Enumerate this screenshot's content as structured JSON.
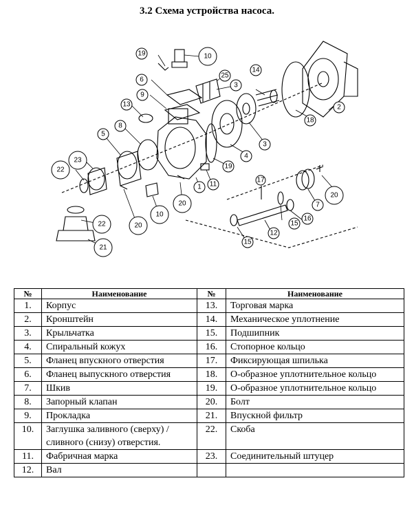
{
  "title": "3.2 Схема устройства насоса.",
  "diagram": {
    "callouts": [
      "1",
      "2",
      "3",
      "4",
      "5",
      "6",
      "7",
      "8",
      "9",
      "10",
      "11",
      "12",
      "13",
      "14",
      "15",
      "16",
      "17",
      "18",
      "19",
      "20",
      "21",
      "22",
      "23",
      "25"
    ]
  },
  "table": {
    "headers": {
      "num": "№",
      "name": "Наименование"
    },
    "rows": [
      {
        "left_num": "1.",
        "left_name": "Корпус",
        "right_num": "13.",
        "right_name": "Торговая марка"
      },
      {
        "left_num": "2.",
        "left_name": "Кронштейн",
        "right_num": "14.",
        "right_name": "Механическое уплотнение"
      },
      {
        "left_num": "3.",
        "left_name": "Крыльчатка",
        "right_num": "15.",
        "right_name": "Подшипник"
      },
      {
        "left_num": "4.",
        "left_name": "Спиральный кожух",
        "right_num": "16.",
        "right_name": "Стопорное кольцо"
      },
      {
        "left_num": "5.",
        "left_name": "Фланец впускного отверстия",
        "right_num": "17.",
        "right_name": "Фиксирующая шпилька"
      },
      {
        "left_num": "6.",
        "left_name": "Фланец выпускного отверстия",
        "right_num": "18.",
        "right_name": "О-образное уплотнительное кольцо"
      },
      {
        "left_num": "7.",
        "left_name": "Шкив",
        "right_num": "19.",
        "right_name": "О-образное уплотнительное кольцо"
      },
      {
        "left_num": "8.",
        "left_name": "Запорный клапан",
        "right_num": "20.",
        "right_name": "Болт"
      },
      {
        "left_num": "9.",
        "left_name": "Прокладка",
        "right_num": "21.",
        "right_name": "Впускной фильтр"
      },
      {
        "left_num": "10.",
        "left_name": "Заглушка заливного (сверху) /сливного (снизу) отверстия.",
        "right_num": "22.",
        "right_name": "Скоба"
      },
      {
        "left_num": "11.",
        "left_name": "Фабричная марка",
        "right_num": "23.",
        "right_name": "Соединительный штуцер"
      },
      {
        "left_num": "12.",
        "left_name": "Вал",
        "right_num": "",
        "right_name": ""
      }
    ]
  }
}
